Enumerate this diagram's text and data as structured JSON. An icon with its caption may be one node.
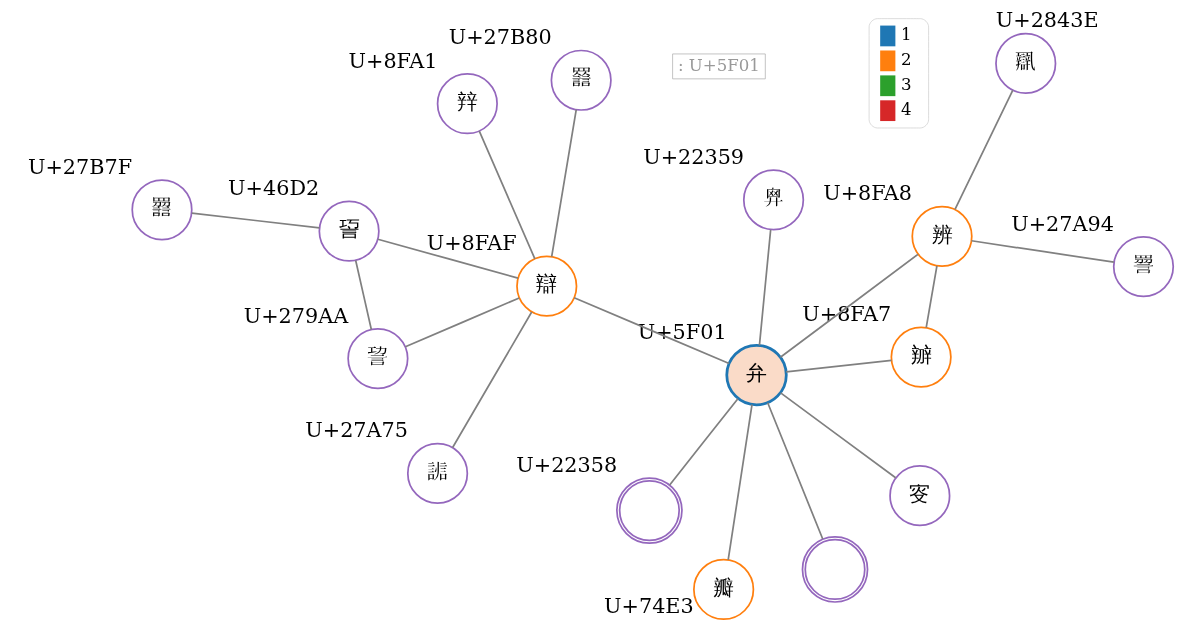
{
  "diagram": {
    "nodes": [
      {
        "text": [
          "𧭿"
        ],
        "beside": [
          "U+27B7F"
        ]
      },
      {
        "text": [
          "䛒"
        ],
        "beside": [
          "U+46D2"
        ]
      },
      {
        "text": [
          "𧦪"
        ],
        "beside": [
          "U+279AA"
        ]
      },
      {
        "text": [
          "𧮀"
        ],
        "beside": [
          "U+27B80"
        ]
      },
      {
        "text": [
          "辯"
        ],
        "beside": [
          "U+8FAF"
        ]
      },
      {
        "text": [
          "辡"
        ],
        "beside": [
          "U+8FA1"
        ]
      },
      {
        "text": [
          "𧩵"
        ],
        "beside": [
          "U+27A75"
        ]
      },
      {
        "text": [
          "𧪔"
        ],
        "beside": [
          "U+27A94"
        ]
      },
      {
        "text": [
          "辨"
        ],
        "beside": [
          "U+8FA8"
        ]
      },
      {
        "text": [
          "弁"
        ],
        "beside": [
          "U+5F01"
        ]
      },
      {
        "text": [
          "瓣"
        ],
        "beside": [
          "U+74E3"
        ]
      },
      {
        "text": [],
        "shape": "picture",
        "beside": [
          "U+22358"
        ]
      },
      {
        "text": [
          "辧"
        ],
        "beside": [
          "U+8FA7"
        ]
      },
      {
        "text": [
          "𨐾"
        ],
        "beside": [
          "U+2843E"
        ]
      },
      {
        "text": [
          "𢍙"
        ],
        "beside": [
          "U+22359"
        ]
      },
      {
        "text": [],
        "shape": "picture"
      },
      {
        "text": [
          "叜"
        ]
      }
    ],
    "edges": [
      {
        "from": 9,
        "to": 4,
        "arrow": "none"
      },
      {
        "from": 9,
        "to": 8,
        "arrow": "none"
      },
      {
        "from": 9,
        "to": 12,
        "arrow": "none"
      },
      {
        "from": 9,
        "to": 10,
        "arrow": "none"
      },
      {
        "from": 9,
        "to": 11,
        "arrow": "none"
      },
      {
        "from": 9,
        "to": 14,
        "arrow": "none"
      },
      {
        "from": 9,
        "to": 15,
        "arrow": "none"
      },
      {
        "from": 9,
        "to": 16,
        "arrow": "none"
      },
      {
        "from": 4,
        "to": 1,
        "arrow": "none"
      },
      {
        "from": 4,
        "to": 2,
        "arrow": "none"
      },
      {
        "from": 4,
        "to": 3,
        "arrow": "none"
      },
      {
        "from": 4,
        "to": 5,
        "arrow": "none"
      },
      {
        "from": 4,
        "to": 6,
        "arrow": "none"
      },
      {
        "from": 1,
        "to": 0,
        "arrow": "none"
      },
      {
        "from": 1,
        "to": 2,
        "arrow": "none"
      },
      {
        "from": 8,
        "to": 7,
        "arrow": "none"
      },
      {
        "from": 8,
        "to": 13,
        "arrow": "none"
      },
      {
        "from": 8,
        "to": 12,
        "arrow": "none"
      }
    ],
    "labels": [
      ": U+5F01"
    ],
    "legend": [
      {
        "text": "1",
        "color": "#1f77b4"
      },
      {
        "text": "2",
        "color": "#ff7f0e"
      },
      {
        "text": "3",
        "color": "#2ca02c"
      },
      {
        "text": "4",
        "color": "#d62728"
      }
    ]
  }
}
